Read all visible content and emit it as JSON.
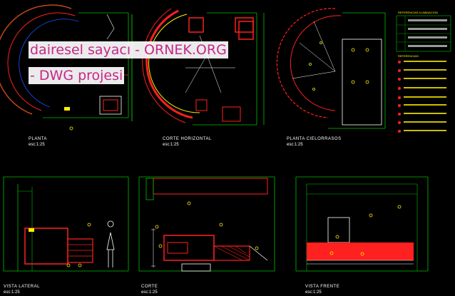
{
  "watermark": {
    "line1": "dairesel sayacı - ORNEK.ORG",
    "line2": "- DWG projesi"
  },
  "views": {
    "planta": {
      "title": "PLANTA",
      "scale": "esc:1:25"
    },
    "corte_horizontal": {
      "title": "CORTE HORIZONTAL",
      "scale": "esc:1:25"
    },
    "planta_cielorrasos": {
      "title": "PLANTA CIELORRASOS",
      "scale": "esc:1:25"
    },
    "vista_lateral": {
      "title": "VISTA LATERAL",
      "scale": "esc:1:25"
    },
    "corte": {
      "title": "CORTE",
      "scale": "esc:1:25"
    },
    "vista_frente": {
      "title": "VISTA FRENTE",
      "scale": "esc:1:25"
    }
  },
  "legend": {
    "title": "REFERENCIAS ILUMINACION",
    "title2": "REFERENCIAS:"
  },
  "colors": {
    "background": "#000000",
    "line_green": "#00c000",
    "line_red": "#ff2020",
    "line_white": "#ffffff",
    "line_yellow": "#ffef00",
    "line_blue": "#2050ff",
    "line_cyan": "#00e0e0",
    "watermark_text": "#c6278a"
  }
}
